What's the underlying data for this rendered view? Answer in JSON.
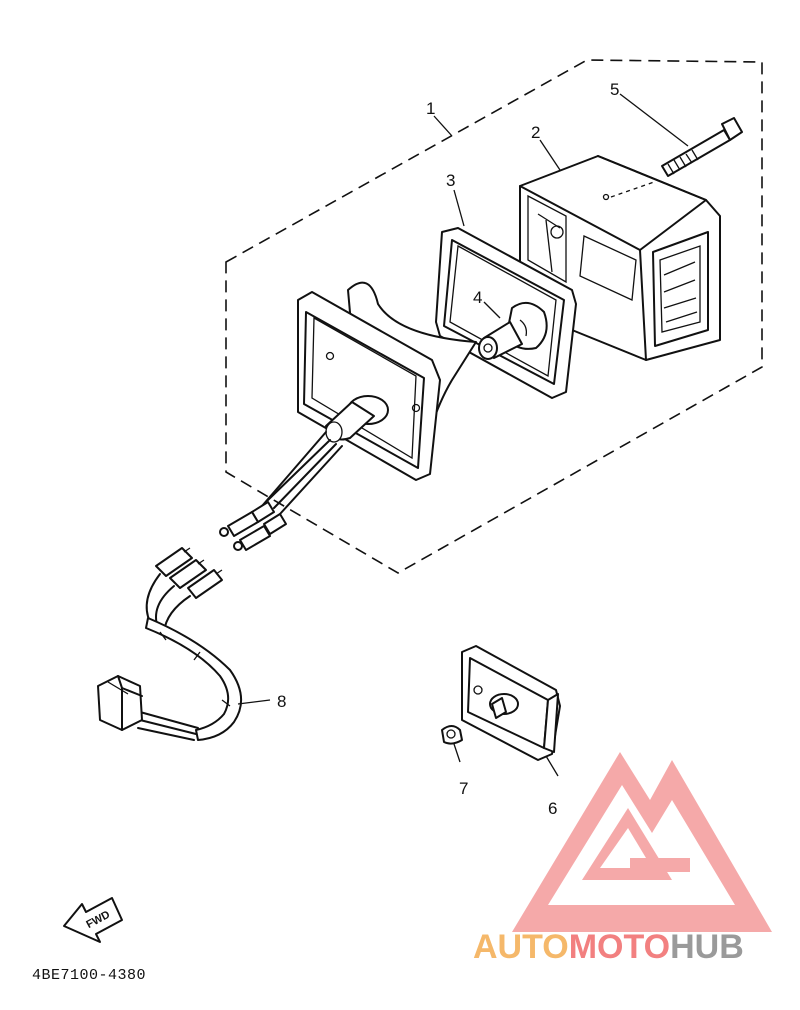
{
  "diagram": {
    "part_code": "4BE7100-4380",
    "fwd_arrow_text": "FWD",
    "callouts": [
      {
        "id": "c1",
        "text": "1"
      },
      {
        "id": "c2",
        "text": "2"
      },
      {
        "id": "c3",
        "text": "3"
      },
      {
        "id": "c4",
        "text": "4"
      },
      {
        "id": "c5",
        "text": "5"
      },
      {
        "id": "c6",
        "text": "6"
      },
      {
        "id": "c7",
        "text": "7"
      },
      {
        "id": "c8",
        "text": "8"
      }
    ]
  },
  "watermark": {
    "word_a": "AUTO",
    "word_b": "MOTO",
    "word_c": "HUB",
    "color_a": "#f5b86a",
    "color_b": "#f28080",
    "color_c": "#9a9a9a"
  }
}
